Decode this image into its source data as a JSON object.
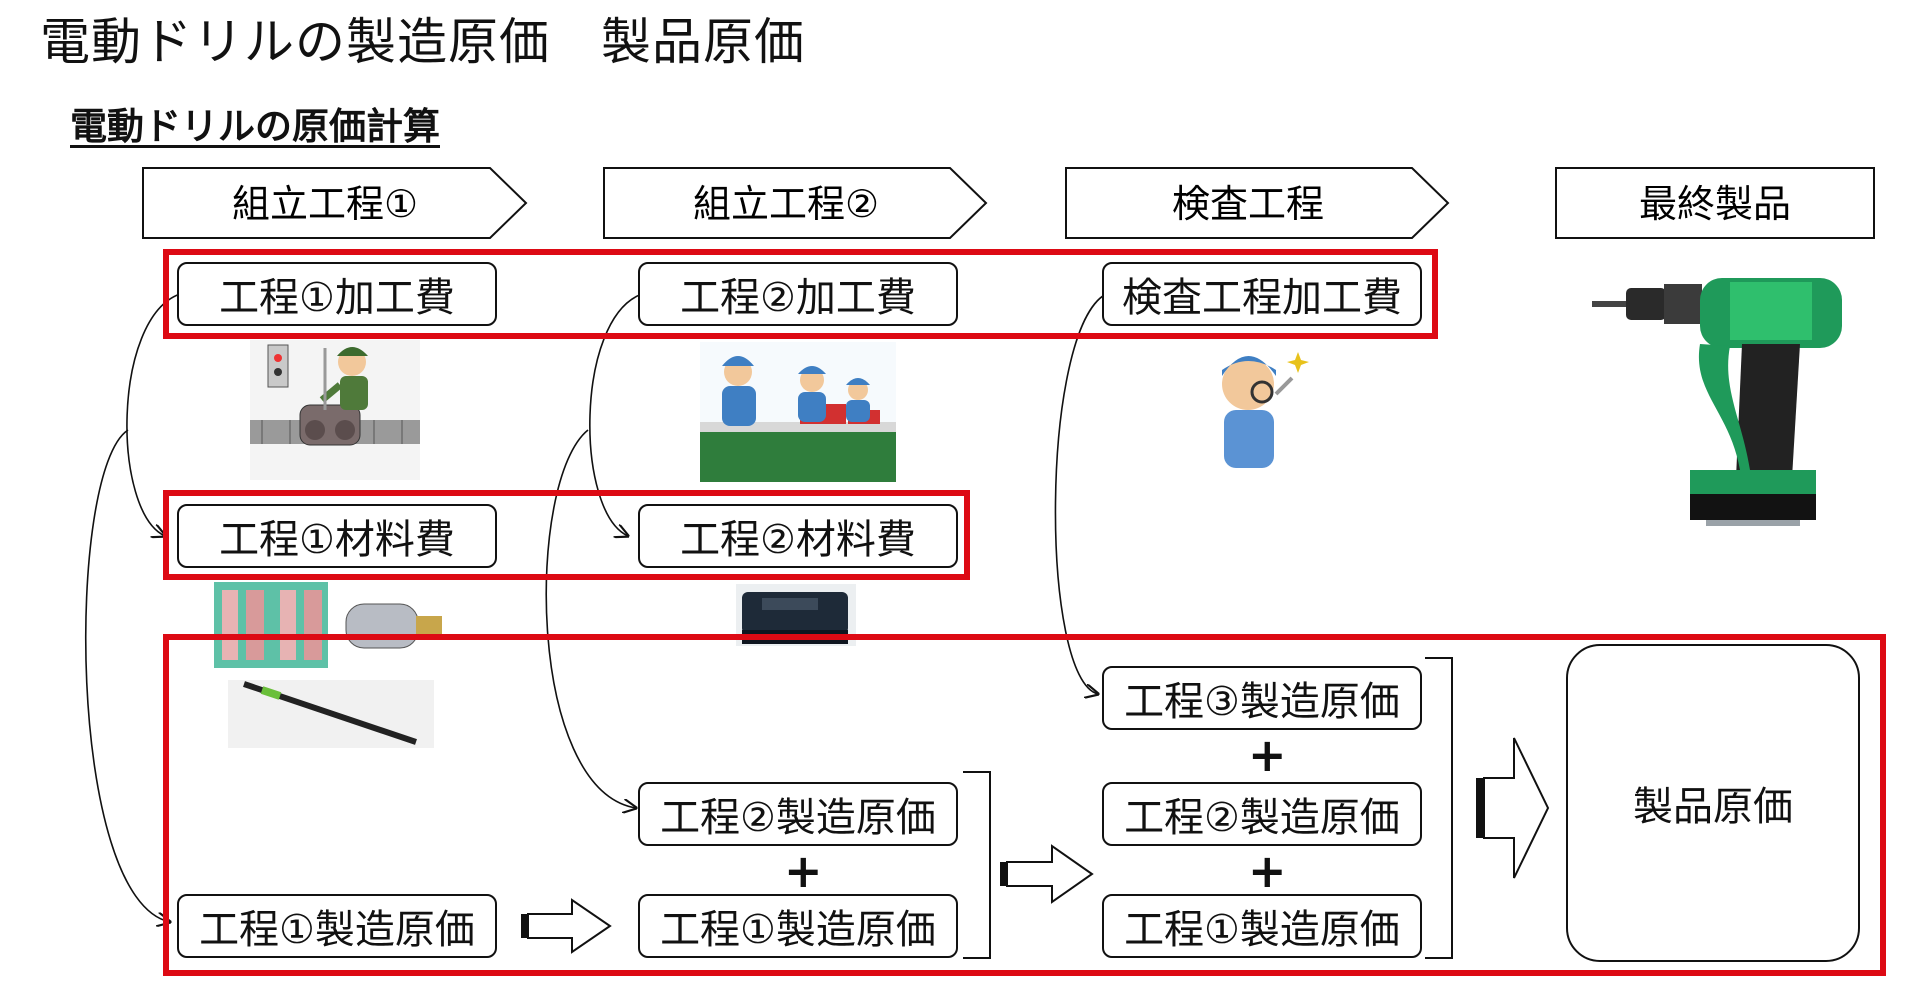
{
  "title": "電動ドリルの製造原価　製品原価",
  "subtitle": "電動ドリルの原価計算",
  "stages": [
    "組立工程①",
    "組立工程②",
    "検査工程",
    "最終製品"
  ],
  "processing_costs": [
    "工程①加工費",
    "工程②加工費",
    "検査工程加工費"
  ],
  "material_costs": [
    "工程①材料費",
    "工程②材料費"
  ],
  "manufacturing_cost": {
    "stage1": "工程①製造原価",
    "stage2_own": "工程②製造原価",
    "stage2_carry": "工程①製造原価",
    "stage3_own": "工程③製造原価",
    "stage3_carry2": "工程②製造原価",
    "stage3_carry1": "工程①製造原価"
  },
  "plus_sign": "+",
  "product_cost": "製品原価",
  "colors": {
    "highlight": "#dd0a14",
    "drill_green": "#1f9a5a",
    "worker_blue": "#3f7fc3"
  },
  "icons": [
    "worker-machine-icon",
    "assembly-line-icon",
    "inspector-icon",
    "drill-parts-icon",
    "battery-icon",
    "power-drill-icon"
  ]
}
